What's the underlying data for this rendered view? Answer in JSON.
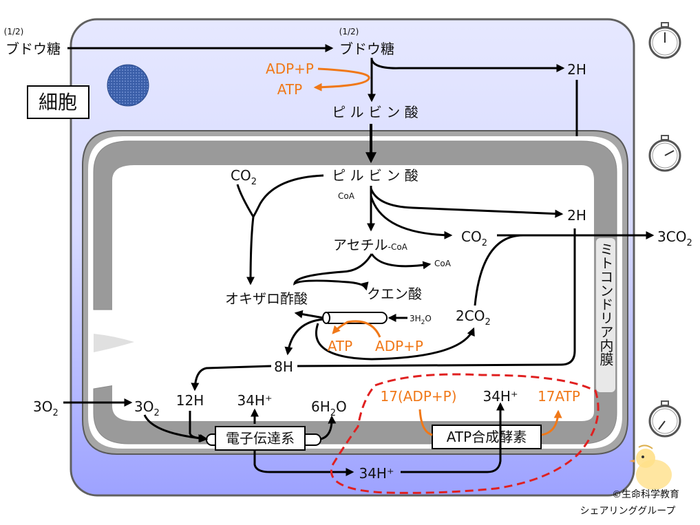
{
  "colors": {
    "cell_fill_top": "#e6e8ff",
    "cell_fill_bottom": "#9da2ff",
    "membrane": "#a6a6a6",
    "nucleus": "#3a5ea8",
    "arrow": "#000000",
    "atp_text": "#f07818",
    "dashed_outline": "#e02020"
  },
  "labels": {
    "glucose_outside_frac": "(1/2)",
    "glucose_outside": "ブドウ糖",
    "glucose_inside_frac": "(1/2)",
    "glucose_inside": "ブドウ糖",
    "cell": "細胞",
    "adp_p_1": "ADP+P",
    "atp_1": "ATP",
    "pyruvate_cyto": "ピ ル ビ ン 酸",
    "h2_cyto": "2H",
    "pyruvate_mito": "ピ ル ビ ン 酸",
    "co2_top_main": "CO",
    "co2_top_sub": "2",
    "coa_1": "CoA",
    "h2_mito": "2H",
    "co2_mid_main": "CO",
    "co2_mid_sub": "2",
    "acetyl": "アセチル",
    "acetyl_suffix": "-CoA",
    "coa_2": "CoA",
    "co2_out_main": "3CO",
    "co2_out_sub": "2",
    "membrane_vertical": "ミトコンドリア内膜",
    "oxaloacetate": "オキザロ酢酸",
    "citrate": "クエン酸",
    "water_in_main": "3H",
    "water_in_sub": "2",
    "water_in_tail": "O",
    "co2_2_main": "2CO",
    "co2_2_sub": "2",
    "atp_2": "ATP",
    "adp_p_2": "ADP+P",
    "h8": "8H",
    "o2_out_main": "3O",
    "o2_out_sub": "2",
    "o2_in_main": "3O",
    "o2_in_sub": "2",
    "h12": "12H",
    "h34_a": "34H⁺",
    "water_out_main": "6H",
    "water_out_sub": "2",
    "water_out_tail": "O",
    "adp17": "17(ADP+P)",
    "h34_b": "34H⁺",
    "atp17": "17ATP",
    "etc": "電子伝達系",
    "atp_synthase": "ATP合成酵素",
    "h34_c": "34H⁺",
    "credit_1": "©生命科学教育",
    "credit_2": "シェアリンググループ"
  },
  "icons": [
    "stopwatch-icon",
    "stopwatch-icon",
    "stopwatch-icon",
    "chick-mascot-icon"
  ]
}
